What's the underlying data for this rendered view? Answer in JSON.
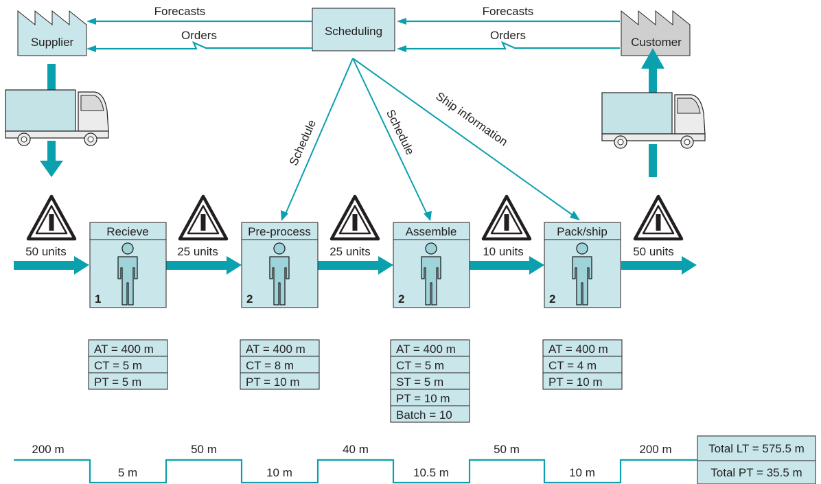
{
  "colors": {
    "teal": "#0aa0ae",
    "box_fill": "#c9e6ea",
    "gray_fill": "#cfcfcf",
    "truck_box": "#c4e3e7",
    "stroke": "#231f20"
  },
  "supplier": {
    "label": "Supplier"
  },
  "customer": {
    "label": "Customer"
  },
  "scheduling": {
    "label": "Scheduling"
  },
  "info_flows": {
    "forecasts_left": "Forecasts",
    "orders_left": "Orders",
    "forecasts_right": "Forecasts",
    "orders_right": "Orders",
    "schedule_1": "Schedule",
    "schedule_2": "Schedule",
    "ship_information": "Ship information"
  },
  "inventories": [
    "50 units",
    "25 units",
    "25 units",
    "10 units",
    "50 units"
  ],
  "processes": [
    {
      "name": "Recieve",
      "operators": "1",
      "data": [
        "AT = 400 m",
        "CT = 5 m",
        "PT = 5 m"
      ]
    },
    {
      "name": "Pre-process",
      "operators": "2",
      "data": [
        "AT = 400 m",
        "CT = 8 m",
        "PT = 10 m"
      ]
    },
    {
      "name": "Assemble",
      "operators": "2",
      "data": [
        "AT = 400 m",
        "CT = 5 m",
        "ST = 5 m",
        "PT = 10 m",
        "Batch = 10"
      ]
    },
    {
      "name": "Pack/ship",
      "operators": "2",
      "data": [
        "AT = 400 m",
        "CT = 4 m",
        "PT = 10 m"
      ]
    }
  ],
  "timeline": {
    "wait_times": [
      "200 m",
      "50 m",
      "40 m",
      "50 m",
      "200 m"
    ],
    "process_times": [
      "5 m",
      "10 m",
      "10.5 m",
      "10 m"
    ]
  },
  "totals": {
    "lead_time": "Total LT = 575.5 m",
    "process_time": "Total PT = 35.5 m"
  }
}
